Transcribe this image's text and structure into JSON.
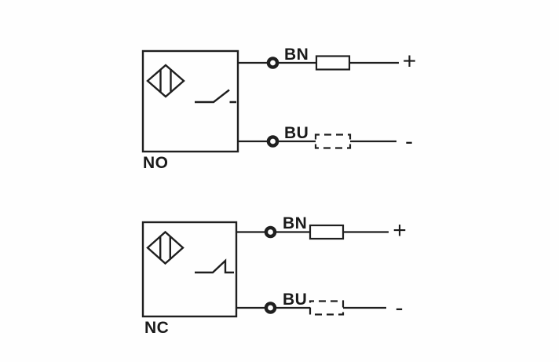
{
  "canvas": {
    "background": "#fefefe",
    "line_color": "#1f1f1f",
    "text_color": "#1a1a1a"
  },
  "diagrams": [
    {
      "output_label": "NO",
      "switch": "normally-open-contact",
      "wires": [
        {
          "label": "BN",
          "terminal": "+",
          "load": "solid-box"
        },
        {
          "label": "BU",
          "terminal": "-",
          "load": "dashed-box"
        }
      ]
    },
    {
      "output_label": "NC",
      "switch": "normally-closed-contact",
      "wires": [
        {
          "label": "BN",
          "terminal": "+",
          "load": "solid-box"
        },
        {
          "label": "BU",
          "terminal": "-",
          "load": "dashed-box"
        }
      ]
    }
  ]
}
